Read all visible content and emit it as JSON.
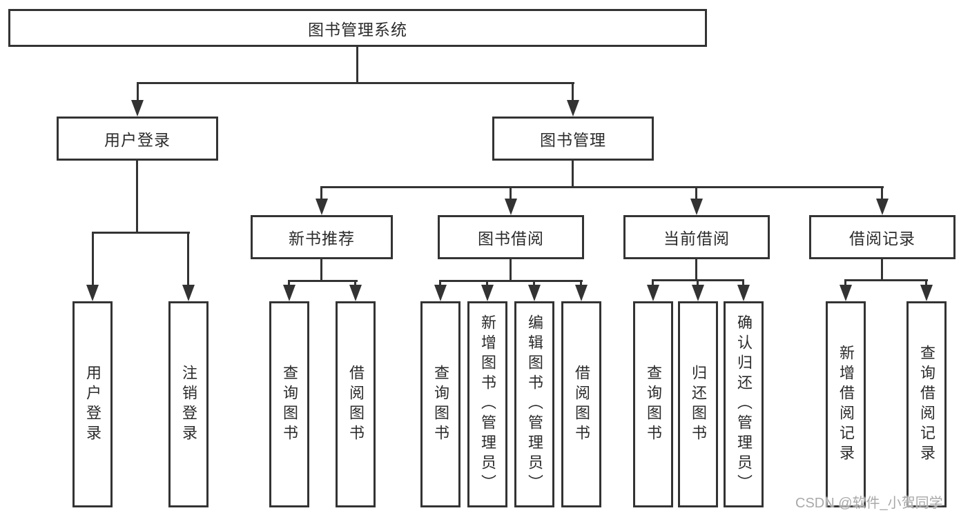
{
  "tree": {
    "label": "图书管理系统",
    "children": [
      {
        "label": "用户登录",
        "children": [
          {
            "label": "用户登录"
          },
          {
            "label": "注销登录"
          }
        ]
      },
      {
        "label": "图书管理",
        "children": [
          {
            "label": "新书推荐",
            "children": [
              {
                "label": "查询图书"
              },
              {
                "label": "借阅图书"
              }
            ]
          },
          {
            "label": "图书借阅",
            "children": [
              {
                "label": "查询图书"
              },
              {
                "label": "新增图书（管理员）"
              },
              {
                "label": "编辑图书（管理员）"
              },
              {
                "label": "借阅图书"
              }
            ]
          },
          {
            "label": "当前借阅",
            "children": [
              {
                "label": "查询图书"
              },
              {
                "label": "归还图书"
              },
              {
                "label": "确认归还（管理员）"
              }
            ]
          },
          {
            "label": "借阅记录",
            "children": [
              {
                "label": "新增借阅记录"
              },
              {
                "label": "查询借阅记录"
              }
            ]
          }
        ]
      }
    ]
  },
  "watermark": {
    "text": "CSDN @软件_小贺同学"
  },
  "colors": {
    "line": "#333333",
    "text": "#2b2b2b",
    "background": "#ffffff",
    "watermark": "#a9a9a9"
  }
}
